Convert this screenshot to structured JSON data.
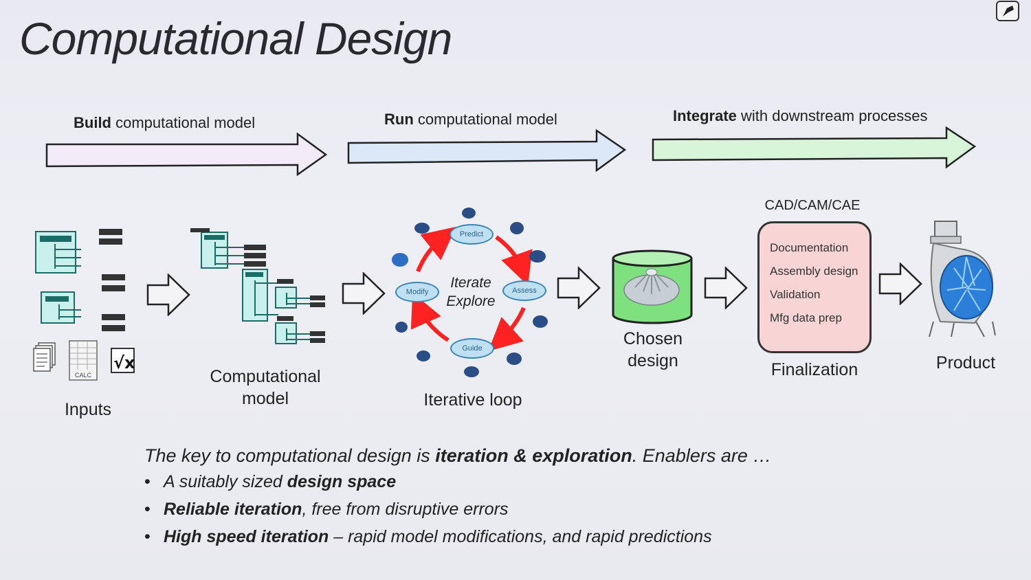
{
  "title": "Computational Design",
  "stages": [
    {
      "bold": "Build",
      "rest": " computational model"
    },
    {
      "bold": "Run",
      "rest": " computational model"
    },
    {
      "bold": "Integrate",
      "rest": " with downstream processes"
    }
  ],
  "inputs_caption": "Inputs",
  "calc_label": "CALC",
  "model_caption_line1": "Computational",
  "model_caption_line2": "model",
  "loop": {
    "center_line1": "Iterate",
    "center_line2": "Explore",
    "nodes": {
      "predict": "Predict",
      "assess": "Assess",
      "guide": "Guide",
      "modify": "Modify"
    },
    "caption": "Iterative loop"
  },
  "chosen_caption_line1": "Chosen",
  "chosen_caption_line2": "design",
  "cad": {
    "header": "CAD/CAM/CAE",
    "items": [
      "Documentation",
      "Assembly design",
      "Validation",
      "Mfg data prep"
    ],
    "caption": "Finalization"
  },
  "product_caption": "Product",
  "enablers": {
    "intro_pre": "The key to computational design is ",
    "intro_em": "iteration & exploration",
    "intro_post": ". Enablers are …",
    "bullets": [
      {
        "pre": "A suitably sized ",
        "bold": "design space",
        "post": ""
      },
      {
        "pre": "",
        "bold": "Reliable iteration",
        "post": ", free from disruptive errors"
      },
      {
        "pre": "",
        "bold": "High speed iteration",
        "post": " – rapid model modifications, and rapid predictions"
      }
    ]
  },
  "colors": {
    "build_arrow": "#f1ecf8",
    "run_arrow": "#dbe8f7",
    "integrate_arrow": "#d9f5d9",
    "loop_arrow": "#ff2222",
    "block_fill": "#c9f0ec",
    "chosen_fill": "#7ee07e",
    "cad_fill": "#f8d4d4",
    "impeller_blue": "#2b7fd8"
  }
}
